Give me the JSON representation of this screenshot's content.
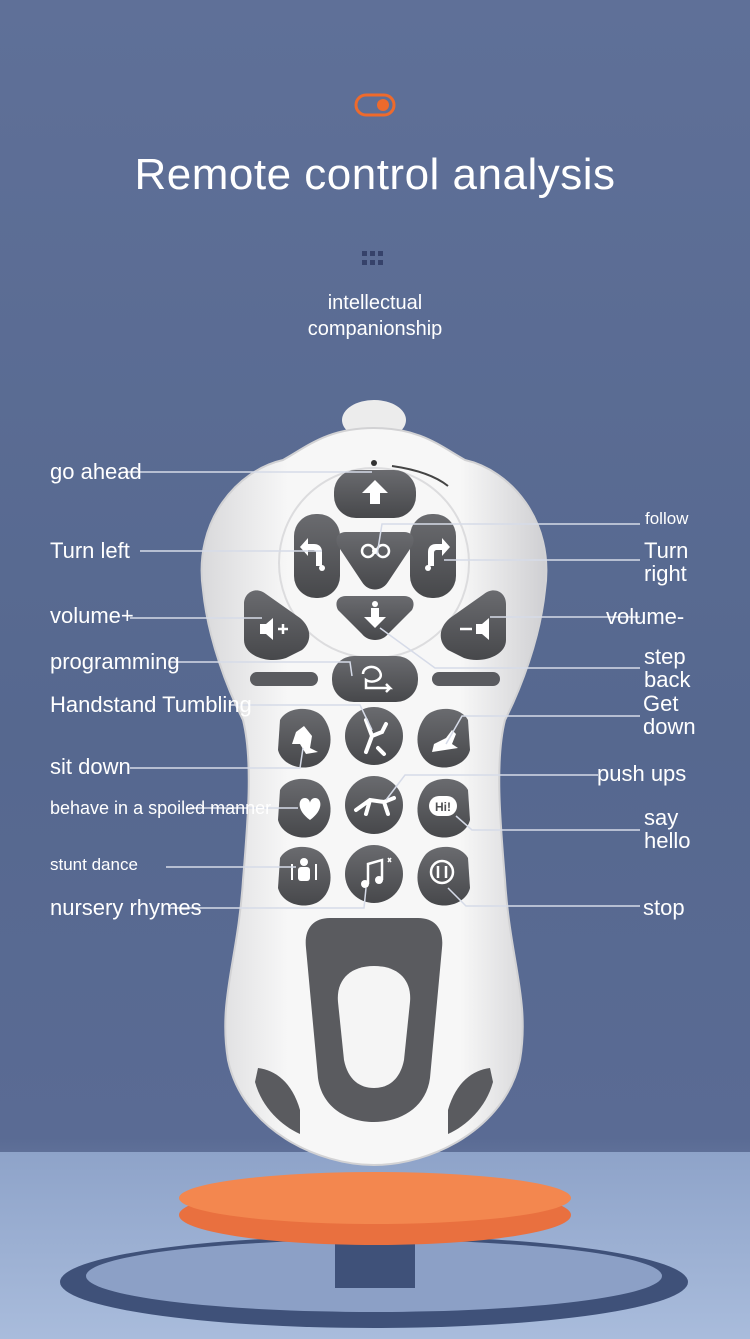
{
  "header": {
    "title": "Remote control analysis",
    "subtitle_line1": "intellectual",
    "subtitle_line2": "companionship",
    "toggle_color": "#ee6a2c"
  },
  "labels": {
    "go_ahead": "go ahead",
    "turn_left": "Turn left",
    "volume_plus": "volume+",
    "programming": "programming",
    "handstand_tumbling": "Handstand Tumbling",
    "sit_down": "sit down",
    "behave_spoiled": "behave in a spoiled manner",
    "stunt_dance": "stunt dance",
    "nursery_rhymes": "nursery rhymes",
    "follow": "follow",
    "turn_right_1": "Turn",
    "turn_right_2": "right",
    "volume_minus": "volume-",
    "step_back_1": "step",
    "step_back_2": "back",
    "get_down_1": "Get",
    "get_down_2": "down",
    "push_ups": "push ups",
    "say_hello_1": "say",
    "say_hello_2": "hello",
    "stop": "stop"
  },
  "buttons": {
    "hi_text": "Hi!"
  },
  "icons": [
    "toggle-icon",
    "grid-dots-icon",
    "up-arrow-icon",
    "follow-icon",
    "turn-left-icon",
    "turn-right-icon",
    "volume-up-icon",
    "down-arrow-icon",
    "volume-down-icon",
    "programming-icon",
    "handstand-icon",
    "dog-icon",
    "get-down-icon",
    "heart-icon",
    "push-up-icon",
    "hi-icon",
    "stunt-dance-icon",
    "music-note-icon",
    "pause-icon"
  ],
  "colors": {
    "background": "#5a6b94",
    "remote_body": "#f4f4f4",
    "button": "#58595c",
    "accent": "#ee6a2c",
    "stand_top": "#e9703f",
    "floor": "#9aaed0",
    "ring": "#3d4f78"
  }
}
